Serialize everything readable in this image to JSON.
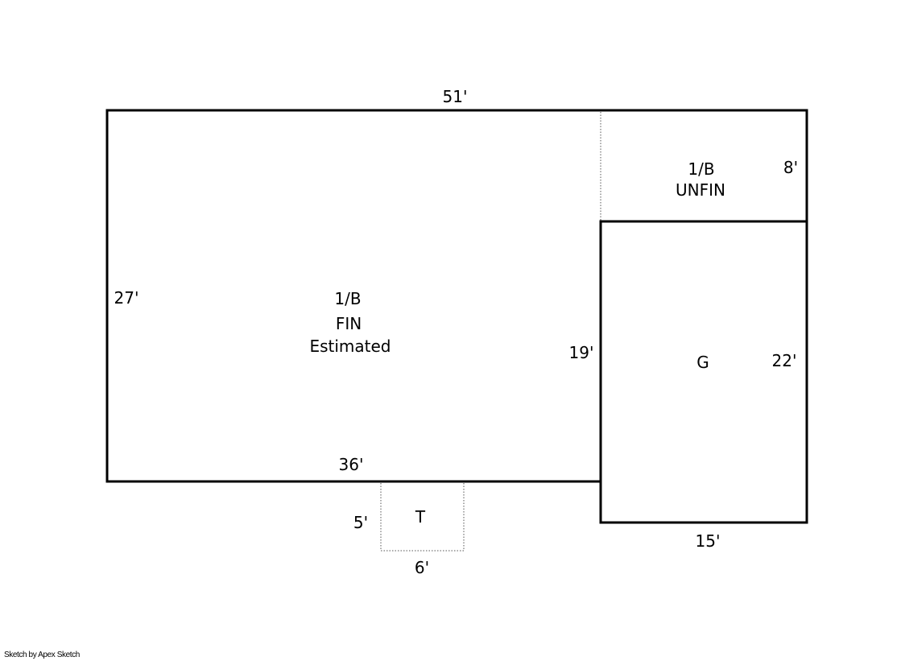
{
  "sketch": {
    "dimensions": {
      "top_width": "51'",
      "left_height": "27'",
      "bottom_fin": "36'",
      "unfin_height": "8'",
      "garage_inner_height": "19'",
      "garage_right_height": "22'",
      "garage_width": "15'",
      "terrace_depth": "5'",
      "terrace_width": "6'"
    },
    "areas": {
      "fin": {
        "line1": "1/B",
        "line2": "FIN",
        "line3": "Estimated"
      },
      "unfin": {
        "line1": "1/B",
        "line2": "UNFIN"
      },
      "garage": {
        "label": "G"
      },
      "terrace": {
        "label": "T"
      }
    }
  },
  "footer": {
    "credit": "Sketch by Apex Sketch"
  }
}
